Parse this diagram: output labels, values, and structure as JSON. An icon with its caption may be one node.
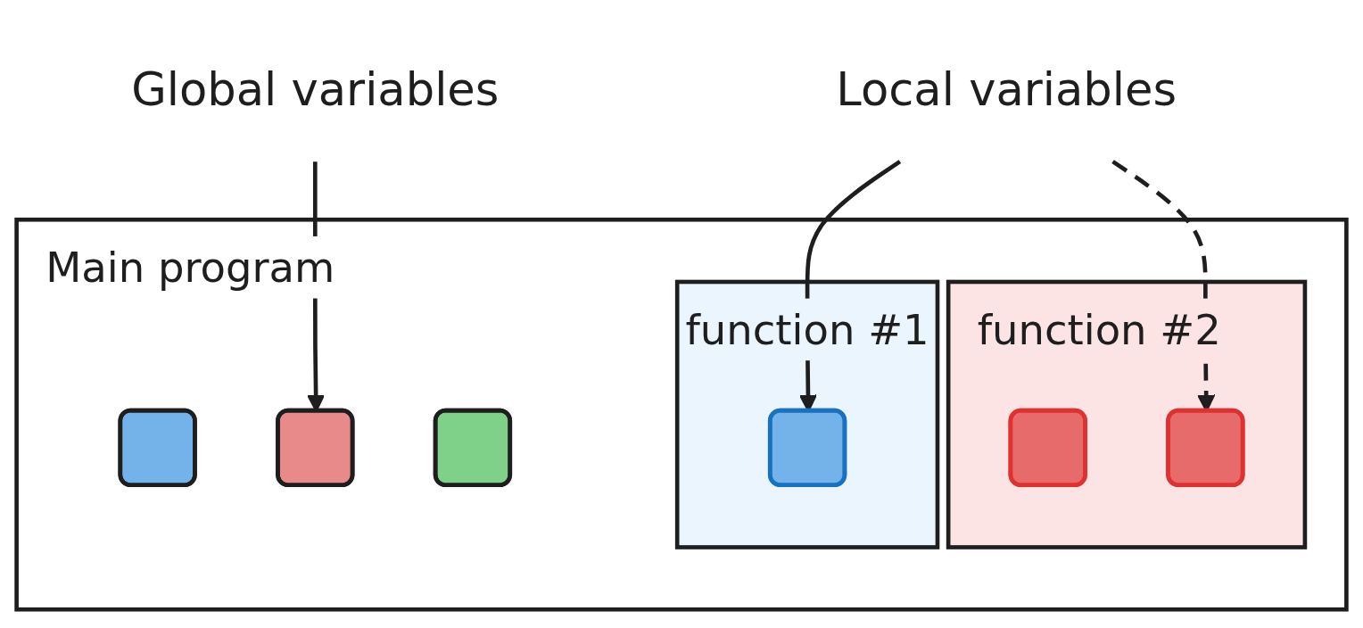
{
  "diagram": {
    "nodes": [
      {
        "text": [
          "Main program"
        ]
      },
      {
        "text": [],
        "shape": "box",
        "in": 0
      },
      {
        "text": [],
        "shape": "box",
        "in": 0
      },
      {
        "text": [],
        "shape": "box",
        "in": 0
      },
      {
        "text": [
          "function #1"
        ],
        "in": 0
      },
      {
        "text": [],
        "shape": "box",
        "in": 4
      },
      {
        "text": [
          "function #2"
        ],
        "in": 0
      },
      {
        "text": [],
        "shape": "box",
        "in": 6
      },
      {
        "text": [],
        "shape": "box",
        "in": 6
      },
      {
        "text": [
          "Global variables"
        ]
      },
      {
        "text": [
          "Local variables"
        ]
      }
    ],
    "edges": [
      {
        "from": 9,
        "to": 2,
        "arrow": "to"
      },
      {
        "from": 10,
        "to": 5,
        "arrow": "to"
      },
      {
        "from": 10,
        "to": 8,
        "arrow": "to",
        "style": "dashed"
      }
    ]
  }
}
